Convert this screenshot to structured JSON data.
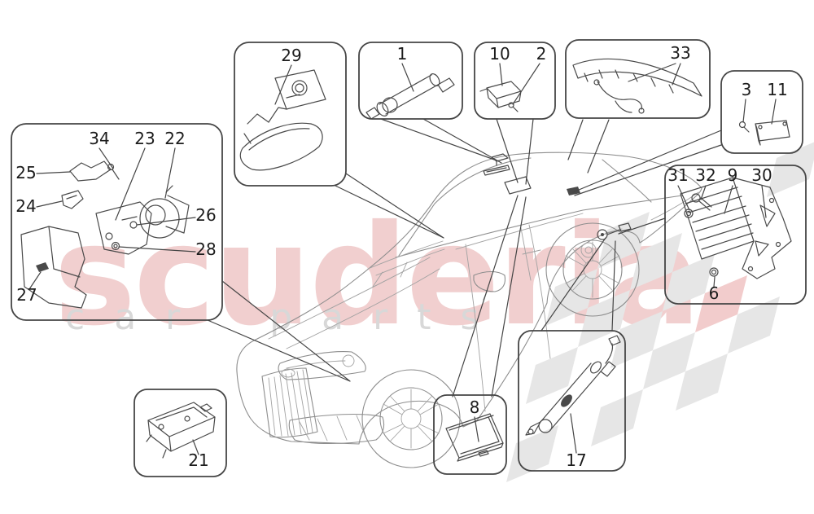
{
  "parts": {
    "n1": "1",
    "n2": "2",
    "n3": "3",
    "n6": "6",
    "n8": "8",
    "n9": "9",
    "n10": "10",
    "n11": "11",
    "n17": "17",
    "n21": "21",
    "n22": "22",
    "n23": "23",
    "n24": "24",
    "n25": "25",
    "n26": "26",
    "n27": "27",
    "n28": "28",
    "n29": "29",
    "n30": "30",
    "n31": "31",
    "n32": "32",
    "n33": "33",
    "n34": "34"
  },
  "watermark": {
    "brand": "scuderia",
    "sub": "car parts"
  },
  "colors": {
    "background": "#ffffff",
    "line": "#4a4a4a",
    "box_border": "#454545",
    "label": "#1c1c1c",
    "watermark_red": "#e7adad",
    "watermark_gray": "#d8d8d8",
    "checker_gray": "#e6e6e6",
    "checker_red": "#f2cccc"
  }
}
